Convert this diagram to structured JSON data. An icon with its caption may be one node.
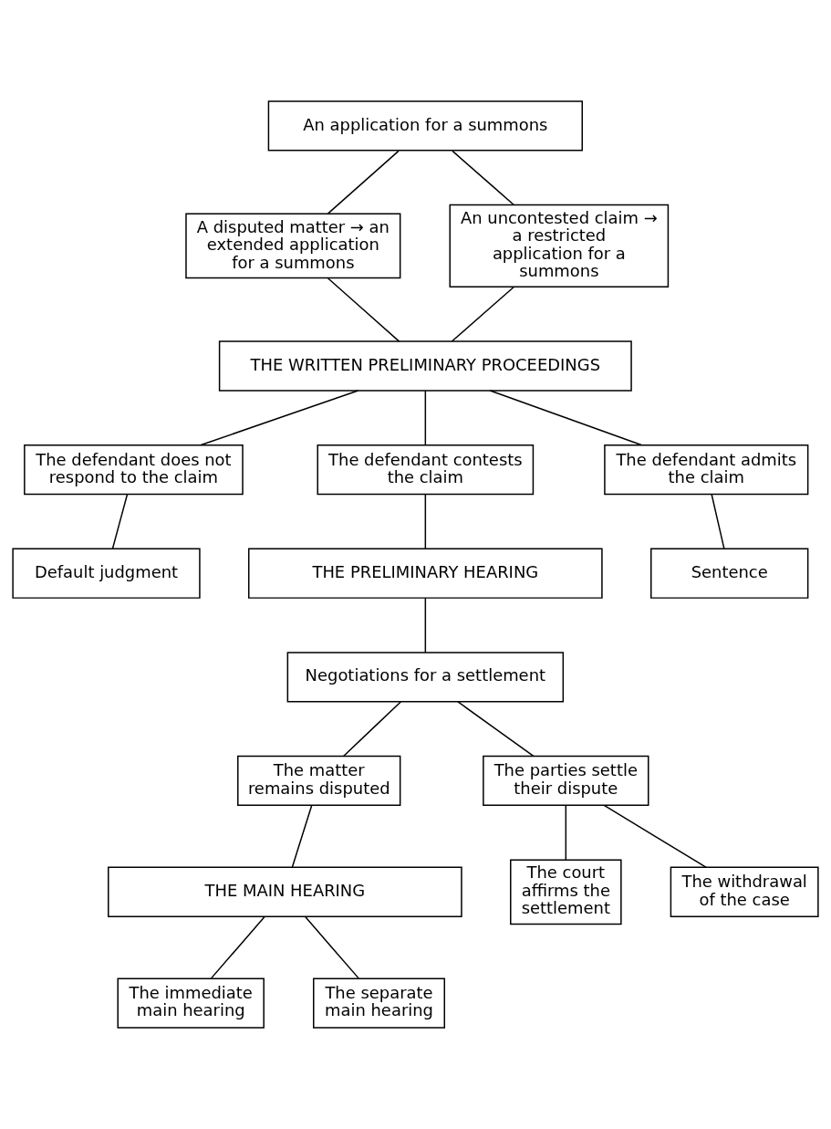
{
  "diagram": {
    "nodes": [
      {
        "text": [
          "An application for a summons"
        ]
      },
      {
        "text": [
          "A disputed matter → an extended application for a summons"
        ]
      },
      {
        "text": [
          "An uncontested claim → a restricted application for a summons"
        ]
      },
      {
        "text": [
          "THE WRITTEN PRELIMINARY PROCEEDINGS"
        ]
      },
      {
        "text": [
          "The defendant does not respond to the claim"
        ]
      },
      {
        "text": [
          "The defendant contests the claim"
        ]
      },
      {
        "text": [
          "The defendant admits the claim"
        ]
      },
      {
        "text": [
          "Default judgment"
        ]
      },
      {
        "text": [
          "Sentence"
        ]
      },
      {
        "text": [
          "THE PRELIMINARY HEARING"
        ]
      },
      {
        "text": [
          "Negotiations for a settlement"
        ]
      },
      {
        "text": [
          "The matter remains disputed"
        ]
      },
      {
        "text": [
          "The parties settle their dispute"
        ]
      },
      {
        "text": [
          "The court affirms the settlement"
        ]
      },
      {
        "text": [
          "The withdrawal of the case"
        ]
      },
      {
        "text": [
          "THE MAIN HEARING"
        ]
      },
      {
        "text": [
          "The immediate main hearing"
        ]
      },
      {
        "text": [
          "The separate main hearing"
        ]
      }
    ],
    "edges": [
      {
        "from": 0,
        "to": 1,
        "arrow": "none"
      },
      {
        "from": 0,
        "to": 2,
        "arrow": "none"
      },
      {
        "from": 1,
        "to": 3,
        "arrow": "none"
      },
      {
        "from": 2,
        "to": 3,
        "arrow": "none"
      },
      {
        "from": 3,
        "to": 4,
        "arrow": "none"
      },
      {
        "from": 3,
        "to": 5,
        "arrow": "none"
      },
      {
        "from": 3,
        "to": 6,
        "arrow": "none"
      },
      {
        "from": 4,
        "to": 7,
        "arrow": "none"
      },
      {
        "from": 6,
        "to": 8,
        "arrow": "none"
      },
      {
        "from": 5,
        "to": 9,
        "arrow": "none"
      },
      {
        "from": 9,
        "to": 10,
        "arrow": "none"
      },
      {
        "from": 10,
        "to": 11,
        "arrow": "none"
      },
      {
        "from": 10,
        "to": 12,
        "arrow": "none"
      },
      {
        "from": 12,
        "to": 13,
        "arrow": "none"
      },
      {
        "from": 12,
        "to": 14,
        "arrow": "none"
      },
      {
        "from": 11,
        "to": 15,
        "arrow": "none"
      },
      {
        "from": 15,
        "to": 16,
        "arrow": "none"
      },
      {
        "from": 15,
        "to": 17,
        "arrow": "none"
      }
    ]
  }
}
